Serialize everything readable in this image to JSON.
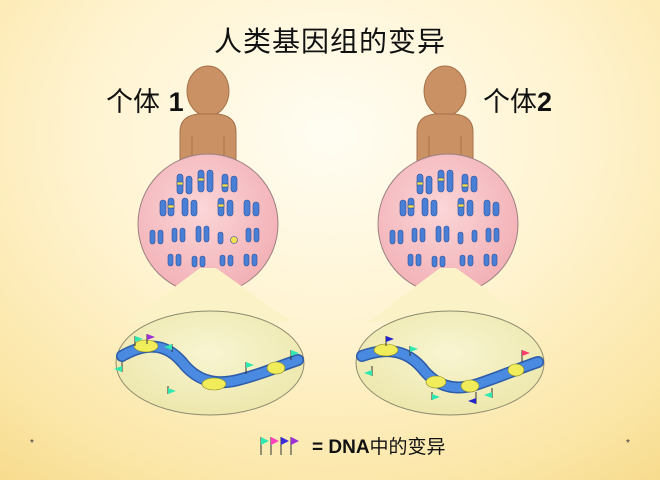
{
  "title": "人类基因组的变异",
  "individuals": [
    {
      "label_text": "个体 ",
      "label_num": "1"
    },
    {
      "label_text": "个体",
      "label_num": "2"
    }
  ],
  "legend": {
    "prefix": "= ",
    "dna": "DNA",
    "suffix": "中的变异",
    "flag_colors": [
      "#2ee8b0",
      "#ff40c0",
      "#3b2bd8",
      "#9c2fd8"
    ]
  },
  "corner_marks": [
    "*",
    "*"
  ],
  "colors": {
    "skin": "#c99164",
    "skin_dark": "#a6714a",
    "circle_fill": "#f6c2c6",
    "ellipse_fill": "#f2eebd",
    "zoom_cone": "#fbf3c7",
    "chromosome_blue": "#4a7fd6",
    "band_yellow": "#f2e04c",
    "dna_blue": "#3f7fd6",
    "dna_yellow": "#f0ec5a"
  },
  "variation_flags": {
    "individual_1": [
      "#2ee8b0",
      "#9c2fd8",
      "#2ee8b0",
      "#2ee8b0",
      "#2ee8b0",
      "#2ee8b0",
      "#2ee8b0"
    ],
    "individual_2": [
      "#2222cc",
      "#2ee8b0",
      "#2ee8b0",
      "#2222cc",
      "#2ee8b0",
      "#2ee8b0",
      "#ff3b6b"
    ]
  }
}
